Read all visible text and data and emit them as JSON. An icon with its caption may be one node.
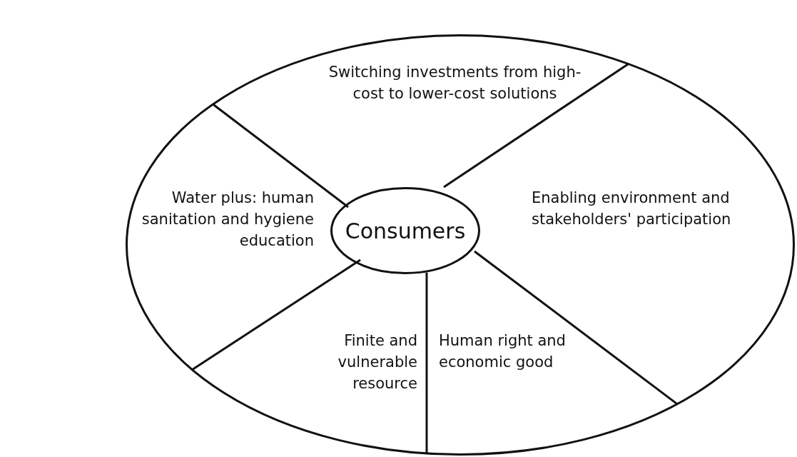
{
  "diagram": {
    "nodes": [
      {
        "text": [],
        "shape": "circle"
      },
      {
        "text": [
          "Consumers"
        ],
        "in": 0
      }
    ],
    "edges": [],
    "labels": [
      "Switching investments from high-cost to lower-cost solutions",
      "Water plus: human sanitation and hygiene education",
      "Enabling environment and stakeholders' participation",
      "Finite and vulnerable resource",
      "Human right and economic good"
    ]
  }
}
